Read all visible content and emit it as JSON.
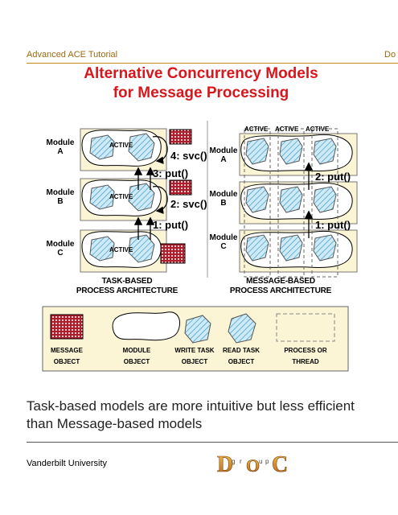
{
  "header": {
    "left": "Advanced ACE Tutorial",
    "right": "Do"
  },
  "title": {
    "line1": "Alternative Concurrency Models",
    "line2": "for Message Processing"
  },
  "task": {
    "modules": [
      {
        "line1": "Module",
        "line2": "A"
      },
      {
        "line1": "Module",
        "line2": "B"
      },
      {
        "line1": "Module",
        "line2": "C"
      }
    ],
    "active": "ACTIVE",
    "steps": [
      "4: svc()",
      "3: put()",
      "2: svc()",
      "1: put()"
    ],
    "caption1": "TASK-BASED",
    "caption2": "PROCESS ARCHITECTURE"
  },
  "message": {
    "modules": [
      {
        "line1": "Module",
        "line2": "A"
      },
      {
        "line1": "Module",
        "line2": "B"
      },
      {
        "line1": "Module",
        "line2": "C"
      }
    ],
    "active": "ACTIVE",
    "steps": [
      "2: put()",
      "1: put()"
    ],
    "caption1": "MESSAGE-BASED",
    "caption2": "PROCESS ARCHITECTURE"
  },
  "legend": [
    {
      "line1": "MESSAGE",
      "line2": "OBJECT"
    },
    {
      "line1": "MODULE",
      "line2": "OBJECT"
    },
    {
      "line1": "WRITE TASK",
      "line2": "OBJECT"
    },
    {
      "line1": "READ TASK",
      "line2": "OBJECT"
    },
    {
      "line1": "PROCESS OR",
      "line2": "THREAD"
    }
  ],
  "body": "Task-based models are more intuitive but less efficient than Message-based models",
  "footer": "Vanderbilt University",
  "logo": {
    "d": "D",
    "o": "O",
    "c": "C",
    "g": "g",
    "r": "r",
    "u": "u",
    "p": "p"
  }
}
